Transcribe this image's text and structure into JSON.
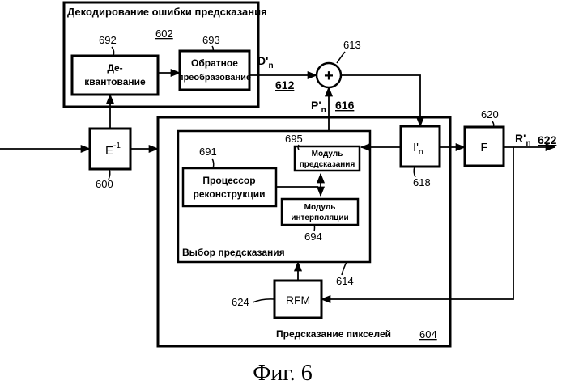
{
  "colors": {
    "stroke": "#000000",
    "background": "#ffffff"
  },
  "groups": {
    "decode": {
      "title": "Декодирование ошибки предсказания",
      "ref": "602"
    },
    "pixel_pred": {
      "title": "Предсказание пикселей",
      "ref": "604"
    },
    "pred_select": {
      "title": "Выбор предсказания",
      "ref": "614"
    }
  },
  "blocks": {
    "dequant": {
      "line1": "Де-",
      "line2": "квантование",
      "ref": "692"
    },
    "inv_transform": {
      "line1": "Обратное",
      "line2": "преобразование",
      "ref": "693"
    },
    "entropy_dec": {
      "base": "E",
      "sup": "-1",
      "ref": "600"
    },
    "processor": {
      "line1": "Процессор",
      "line2": "реконструкции",
      "ref": "691"
    },
    "pred_module": {
      "line1": "Модуль",
      "line2": "предсказания",
      "ref": "695"
    },
    "interp_module": {
      "line1": "Модуль",
      "line2": "интерполяции",
      "ref": "694"
    },
    "recon": {
      "base": "I'",
      "sub": "n",
      "ref": "618"
    },
    "filter": {
      "label": "F",
      "ref": "620"
    },
    "rfm": {
      "label": "RFM",
      "ref": "624"
    },
    "adder": {
      "symbol": "+",
      "ref": "613"
    }
  },
  "signals": {
    "d_prime": {
      "base": "D'",
      "sub": "n",
      "ref": "612"
    },
    "p_prime": {
      "base": "P'",
      "sub": "n",
      "ref": "616"
    },
    "r_prime": {
      "base": "R'",
      "sub": "n",
      "ref": "622"
    }
  },
  "caption": "Фиг. 6"
}
